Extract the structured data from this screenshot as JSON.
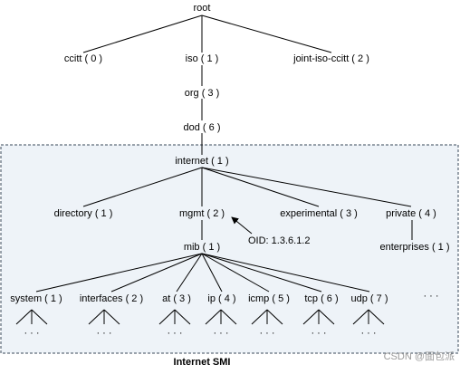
{
  "colors": {
    "box_fill": "#eef3f8",
    "line": "#000000",
    "frame_border": "#3a4a5a",
    "watermark": "#9a9a9a"
  },
  "nodes": {
    "root": "root",
    "ccitt": "ccitt ( 0 )",
    "iso": "iso ( 1 )",
    "joint": "joint-iso-ccitt ( 2 )",
    "org": "org ( 3 )",
    "dod": "dod ( 6 )",
    "internet": "internet ( 1 )",
    "directory": "directory ( 1 )",
    "mgmt": "mgmt ( 2 )",
    "experimental": "experimental ( 3 )",
    "private": "private ( 4 )",
    "mib": "mib ( 1 )",
    "enterprises": "enterprises ( 1 )",
    "system": "system ( 1 )",
    "interfaces": "interfaces ( 2 )",
    "at": "at ( 3 )",
    "ip": "ip ( 4 )",
    "icmp": "icmp ( 5 )",
    "tcp": "tcp ( 6 )",
    "udp": "udp ( 7 )"
  },
  "ellipsis": "· · ·",
  "oid_label": "OID: 1.3.6.1.2",
  "caption": "Internet SMI",
  "watermark": "CSDN @面包派"
}
